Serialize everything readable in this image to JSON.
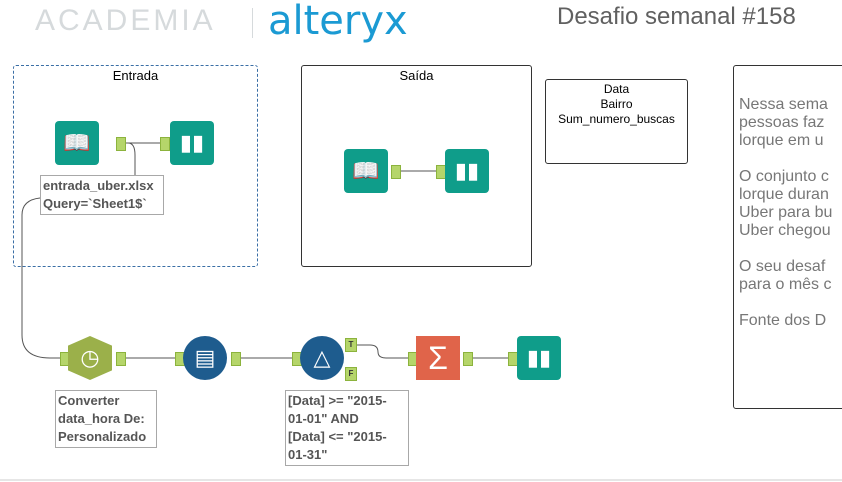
{
  "header": {
    "logo_left": "ACADEMIA",
    "logo_right": "alteryx",
    "title": "Desafio semanal #158"
  },
  "containers": {
    "entrada": "Entrada",
    "saida": "Saída"
  },
  "comment_fields": [
    "Data",
    "Bairro",
    "Sum_numero_buscas"
  ],
  "input_label": [
    "entrada_uber.xlsx",
    "Query=`Sheet1$`"
  ],
  "datetime_label": [
    "Converter",
    "data_hora De:",
    "Personalizado"
  ],
  "filter_label": [
    "[Data] >= \"2015-",
    "01-01\" AND",
    "[Data] <= \"2015-",
    "01-31\""
  ],
  "filter_anchors": {
    "true": "T",
    "false": "F"
  },
  "description": [
    "Nessa sema",
    "pessoas faz",
    "lorque em u",
    "",
    "O conjunto c",
    "lorque duran",
    "Uber para bu",
    "Uber chegou",
    "",
    "O seu desaf",
    "para o mês c",
    "",
    "Fonte dos D"
  ],
  "colors": {
    "teal": "#0f9d8a",
    "blue": "#1e5c8e",
    "green": "#9bb04a",
    "orange": "#e0644a"
  }
}
